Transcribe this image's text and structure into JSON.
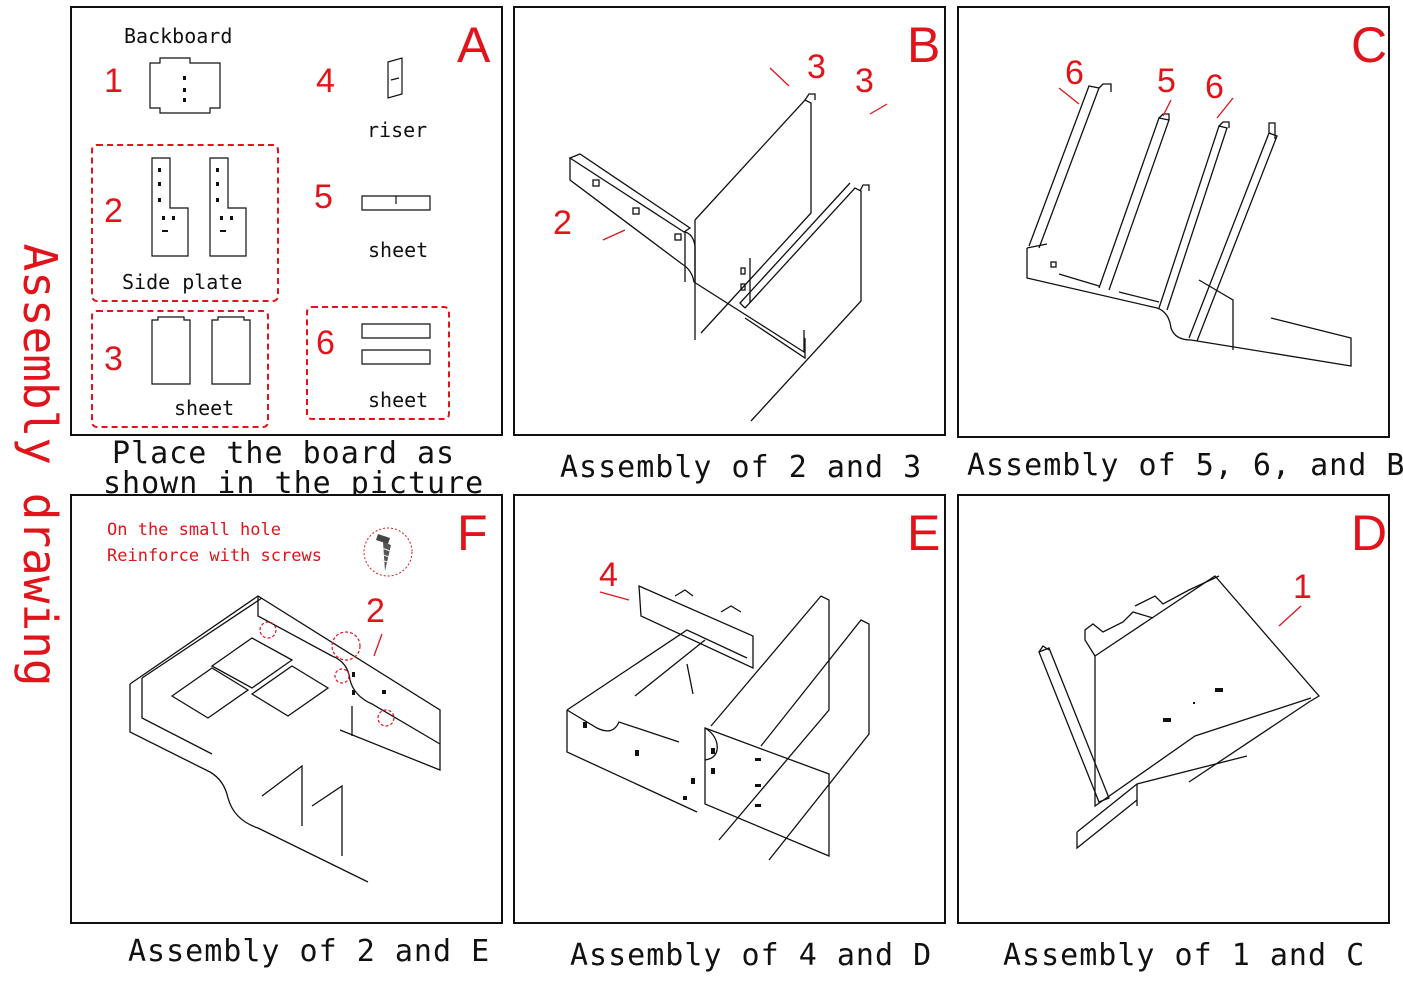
{
  "title": "Assembly drawing",
  "panels": {
    "a": {
      "letter": "A",
      "caption_line1": "Place the board as",
      "caption_line2": "shown in the picture",
      "parts": [
        {
          "num": "1",
          "label": "Backboard"
        },
        {
          "num": "2",
          "label": "Side plate"
        },
        {
          "num": "3",
          "label": "sheet"
        },
        {
          "num": "4",
          "label": "riser"
        },
        {
          "num": "5",
          "label": "sheet"
        },
        {
          "num": "6",
          "label": "sheet"
        }
      ]
    },
    "b": {
      "letter": "B",
      "caption": "Assembly of 2 and 3",
      "callouts": [
        "3",
        "3",
        "2"
      ]
    },
    "c": {
      "letter": "C",
      "caption": "Assembly of 5, 6, and B",
      "callouts": [
        "6",
        "5",
        "6"
      ]
    },
    "f": {
      "letter": "F",
      "caption": "Assembly of 2 and E",
      "note_line1": "On the small hole",
      "note_line2": "Reinforce with screws",
      "callouts": [
        "2"
      ]
    },
    "e": {
      "letter": "E",
      "caption": "Assembly of 4 and D",
      "callouts": [
        "4"
      ]
    },
    "d": {
      "letter": "D",
      "caption": "Assembly of 1 and C",
      "callouts": [
        "1"
      ]
    }
  },
  "colors": {
    "accent": "#e0141a",
    "line": "#111111"
  },
  "icons": {
    "screw": "screw-icon"
  }
}
